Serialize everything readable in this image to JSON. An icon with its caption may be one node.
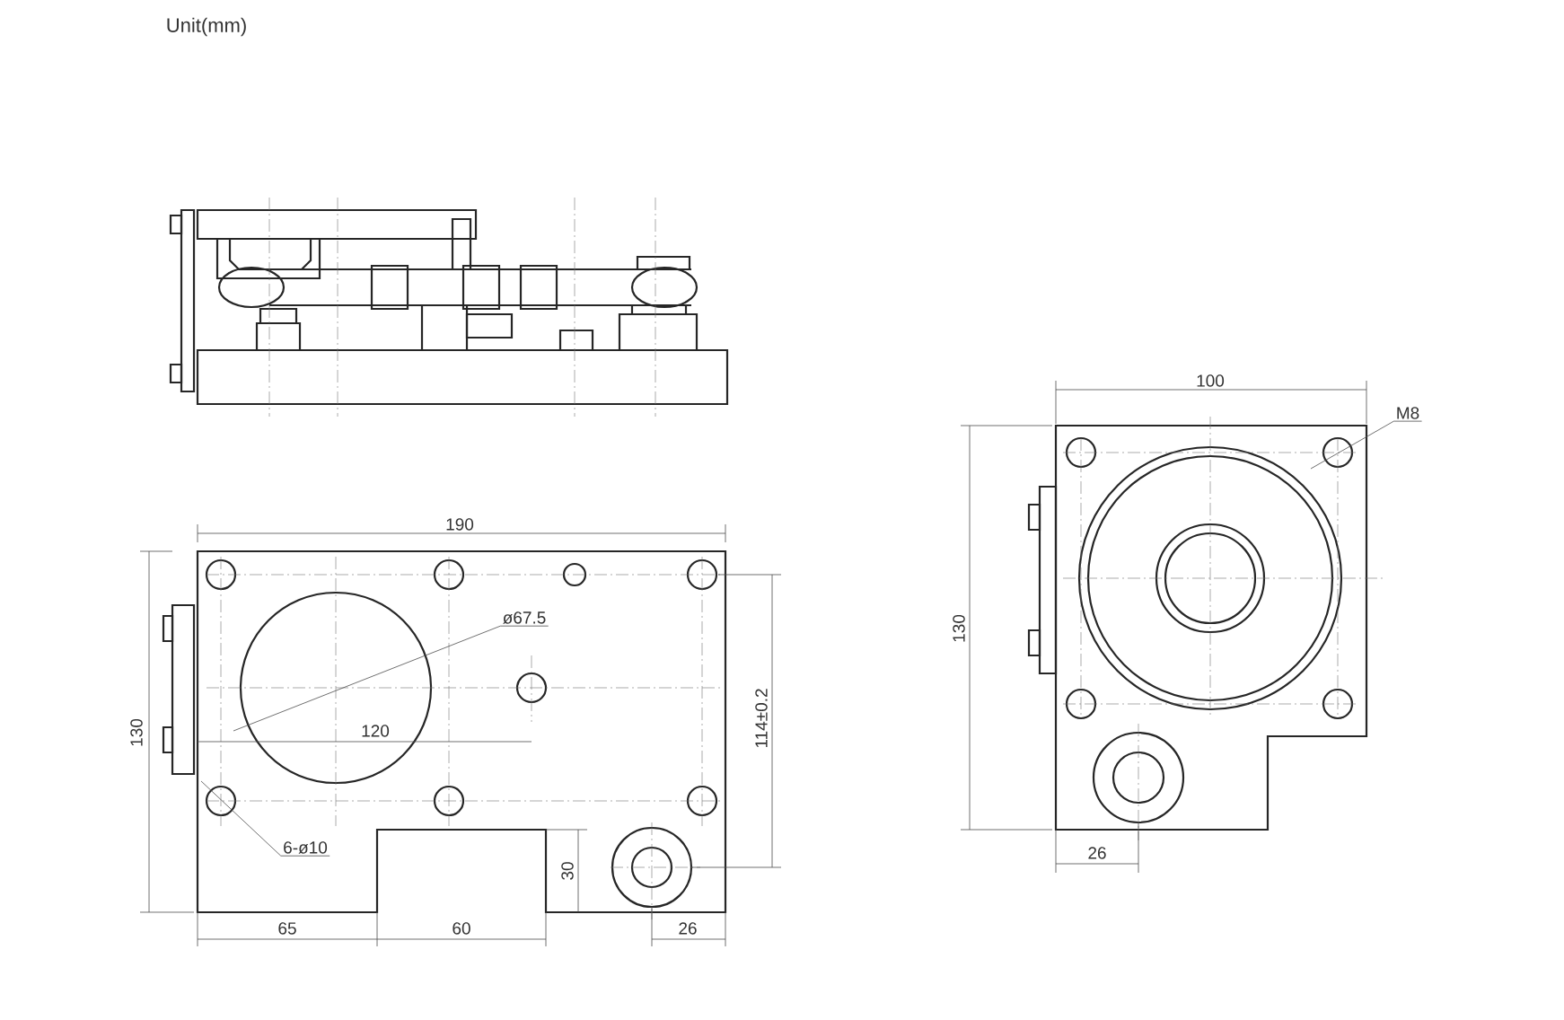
{
  "diagram": {
    "nodes": [
      {
        "text": [
          "ø67.5"
        ]
      },
      {
        "text": [
          "6-ø10"
        ]
      },
      {
        "text": [
          "M8"
        ]
      }
    ],
    "edges": [
      {
        "from": 0,
        "to": null,
        "arrow": "none"
      },
      {
        "from": 1,
        "to": null,
        "arrow": "none"
      },
      {
        "from": 2,
        "to": null,
        "arrow": "none"
      }
    ],
    "labels": [
      "Unit(mm)",
      "190",
      "130",
      "120",
      "114±0.2",
      "30",
      "65",
      "60",
      "26",
      "100",
      "130",
      "26"
    ]
  }
}
